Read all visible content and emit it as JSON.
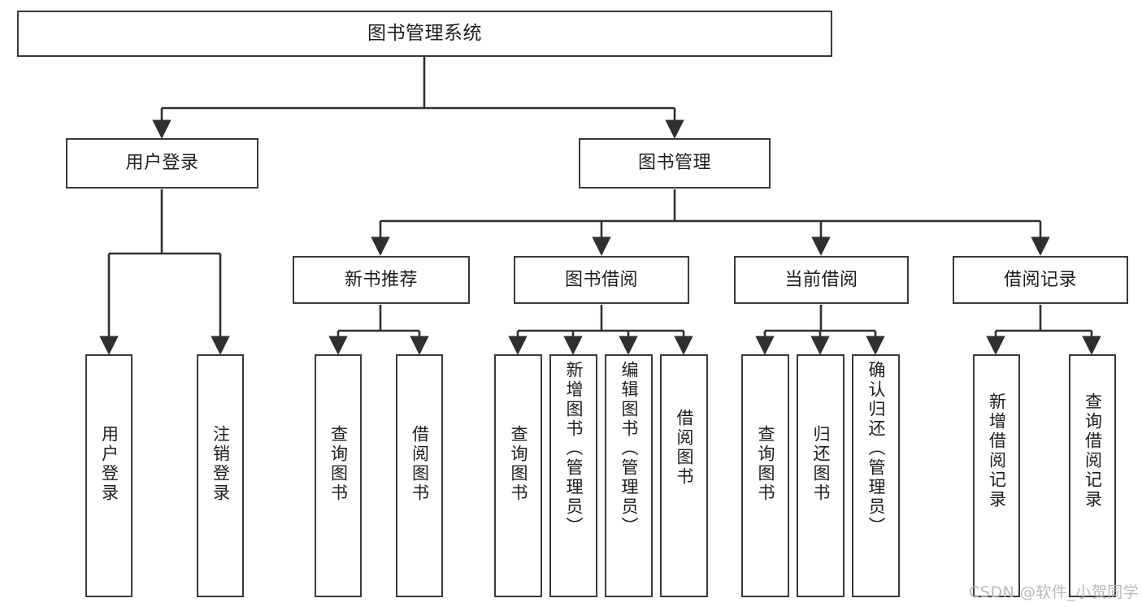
{
  "diagram": {
    "title": "图书管理系统",
    "type": "tree-hierarchy-diagram",
    "theme": {
      "background": "#ffffff",
      "box_border": "#3a3a3a",
      "box_fill": "#ffffff",
      "text": "#1d1d1d",
      "edge": "#2f2f2f",
      "watermark": "#b9b9b9"
    },
    "nodes": {
      "root": {
        "label": "图书管理系统",
        "orientation": "horizontal"
      },
      "level2": [
        {
          "id": "user-login",
          "label": "用户登录",
          "orientation": "horizontal"
        },
        {
          "id": "book-manage",
          "label": "图书管理",
          "orientation": "horizontal"
        }
      ],
      "level3": [
        {
          "id": "new-book-recommend",
          "label": "新书推荐",
          "orientation": "horizontal"
        },
        {
          "id": "book-borrow",
          "label": "图书借阅",
          "orientation": "horizontal"
        },
        {
          "id": "current-borrow",
          "label": "当前借阅",
          "orientation": "horizontal"
        },
        {
          "id": "borrow-record",
          "label": "借阅记录",
          "orientation": "horizontal"
        }
      ],
      "leaves": [
        {
          "id": "leaf-user-login",
          "label": "用户登录",
          "parent": "user-login",
          "orientation": "vertical"
        },
        {
          "id": "leaf-logout-login",
          "label": "注销登录",
          "parent": "user-login",
          "orientation": "vertical"
        },
        {
          "id": "leaf-query-book-1",
          "label": "查询图书",
          "parent": "new-book-recommend",
          "orientation": "vertical"
        },
        {
          "id": "leaf-borrow-book-1",
          "label": "借阅图书",
          "parent": "new-book-recommend",
          "orientation": "vertical"
        },
        {
          "id": "leaf-query-book-2",
          "label": "查询图书",
          "parent": "book-borrow",
          "orientation": "vertical"
        },
        {
          "id": "leaf-add-book",
          "label": "新增图书（管理员）",
          "parent": "book-borrow",
          "orientation": "vertical"
        },
        {
          "id": "leaf-edit-book",
          "label": "编辑图书（管理员）",
          "parent": "book-borrow",
          "orientation": "vertical"
        },
        {
          "id": "leaf-borrow-book-2",
          "label": "借阅图书",
          "parent": "book-borrow",
          "orientation": "vertical"
        },
        {
          "id": "leaf-query-book-3",
          "label": "查询图书",
          "parent": "current-borrow",
          "orientation": "vertical"
        },
        {
          "id": "leaf-return-book",
          "label": "归还图书",
          "parent": "current-borrow",
          "orientation": "vertical"
        },
        {
          "id": "leaf-confirm-return",
          "label": "确认归还（管理员）",
          "parent": "current-borrow",
          "orientation": "vertical"
        },
        {
          "id": "leaf-add-record",
          "label": "新增借阅记录",
          "parent": "borrow-record",
          "orientation": "vertical"
        },
        {
          "id": "leaf-query-record",
          "label": "查询借阅记录",
          "parent": "borrow-record",
          "orientation": "vertical"
        }
      ]
    },
    "watermark": "CSDN @软件_小贺同学"
  }
}
